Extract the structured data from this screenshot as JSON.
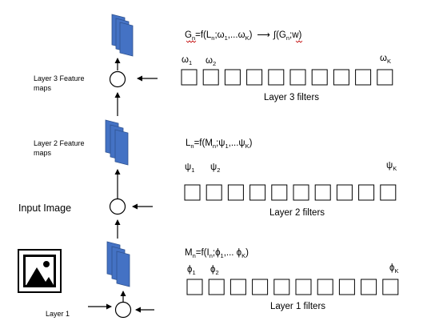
{
  "left_column": {
    "layer3_label": [
      "Layer 3 Feature",
      "maps"
    ],
    "layer2_label": [
      "Layer 2 Feature",
      "maps"
    ],
    "input_label": "Input Image",
    "layer1_label": "Layer 1"
  },
  "colors": {
    "feature_map_fill": "#4472C4",
    "feature_map_stroke": "#2F528F",
    "squiggle": "#C00000"
  },
  "icons": {
    "input_image": "landscape-image-icon"
  },
  "layer3": {
    "equation": {
      "G": "G",
      "G_sub": "n",
      "eq1": "=f(L",
      "L_sub": "n",
      "mid": ";ω",
      "w1_sub": "1",
      "rest": ",...ω",
      "wk_sub": "K",
      "close": ")",
      "arrow": "⟶",
      "int": "∫(G",
      "g2_sub": "n",
      "tail": ";w)"
    },
    "filter_symbols": {
      "first": "ω",
      "first_sub": "1",
      "second": "ω",
      "second_sub": "2",
      "last": "ω",
      "last_sub": "K"
    },
    "caption": "Layer 3 filters",
    "box_count": 10
  },
  "layer2": {
    "equation": {
      "L": "L",
      "L_sub": "n",
      "eq": "=f(M",
      "M_sub": "n",
      "mid": ";ψ",
      "p1_sub": "1",
      "rest": ",...ψ",
      "pk_sub": "K",
      "close": ")"
    },
    "filter_symbols": {
      "first": "ψ",
      "first_sub": "1",
      "second": "ψ",
      "second_sub": "2",
      "last": "ψ",
      "last_sub": "K"
    },
    "caption": "Layer 2 filters",
    "box_count": 10
  },
  "layer1": {
    "equation": {
      "M": "M",
      "M_sub": "n",
      "eq": "=f(I",
      "I_sub": "n",
      "mid": ";ϕ",
      "f1_sub": "1",
      "rest": ",... ϕ",
      "fk_sub": "K",
      "close": ")"
    },
    "filter_symbols": {
      "first": "ϕ",
      "first_sub": "1",
      "second": "ϕ",
      "second_sub": "2",
      "last": "ϕ",
      "last_sub": "K"
    },
    "caption": "Layer 1 filters",
    "box_count": 10
  }
}
